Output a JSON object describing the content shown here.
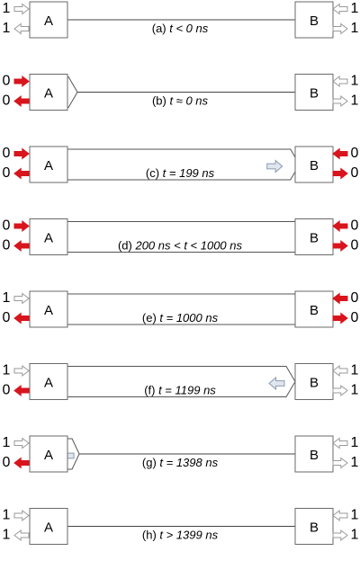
{
  "colors": {
    "active": "#d8141c",
    "inactive": "#ffffff",
    "inactive_stroke": "#9a9a9a",
    "travel": "#dfe6ef",
    "travel_stroke": "#8c9aae"
  },
  "icons": {
    "arrow": "block-arrow-icon",
    "pulse": "pulse-arrow-icon"
  },
  "panels": [
    {
      "caption_prefix": "(a) ",
      "caption_math": "t < 0 ns",
      "box_a": "A",
      "box_b": "B",
      "left": {
        "in": "1",
        "out": "1",
        "in_active": false,
        "out_active": false
      },
      "right": {
        "in": "1",
        "out": "1",
        "in_active": false,
        "out_active": false
      },
      "pulse": {
        "start": 0,
        "end": 0,
        "travel": "none"
      }
    },
    {
      "caption_prefix": "(b) ",
      "caption_math": "t ≈ 0 ns",
      "box_a": "A",
      "box_b": "B",
      "left": {
        "in": "0",
        "out": "0",
        "in_active": true,
        "out_active": true
      },
      "right": {
        "in": "1",
        "out": "1",
        "in_active": false,
        "out_active": false
      },
      "pulse": {
        "start": 0,
        "end": 0.02,
        "travel": "none"
      }
    },
    {
      "caption_prefix": "(c) ",
      "caption_math": "t = 199 ns",
      "box_a": "A",
      "box_b": "B",
      "left": {
        "in": "0",
        "out": "0",
        "in_active": true,
        "out_active": true
      },
      "right": {
        "in": "0",
        "out": "0",
        "in_active": true,
        "out_active": true
      },
      "pulse": {
        "start": 0,
        "end": 0.995,
        "travel": "right"
      }
    },
    {
      "caption_prefix": "(d) ",
      "caption_math": "200 ns < t < 1000 ns",
      "box_a": "A",
      "box_b": "B",
      "left": {
        "in": "0",
        "out": "0",
        "in_active": true,
        "out_active": true
      },
      "right": {
        "in": "0",
        "out": "0",
        "in_active": true,
        "out_active": true
      },
      "pulse": {
        "start": 0,
        "end": 1,
        "travel": "none"
      }
    },
    {
      "caption_prefix": "(e) ",
      "caption_math": "t = 1000 ns",
      "box_a": "A",
      "box_b": "B",
      "left": {
        "in": "1",
        "out": "0",
        "in_active": false,
        "out_active": true
      },
      "right": {
        "in": "0",
        "out": "0",
        "in_active": true,
        "out_active": true
      },
      "pulse": {
        "start": 0,
        "end": 1,
        "travel": "none"
      }
    },
    {
      "caption_prefix": "(f) ",
      "caption_math": "t = 1199 ns",
      "box_a": "A",
      "box_b": "B",
      "left": {
        "in": "1",
        "out": "0",
        "in_active": false,
        "out_active": true
      },
      "right": {
        "in": "1",
        "out": "1",
        "in_active": false,
        "out_active": false
      },
      "pulse": {
        "start": 0,
        "end": 1,
        "travel": "left"
      }
    },
    {
      "caption_prefix": "(g) ",
      "caption_math": "t = 1398 ns",
      "box_a": "A",
      "box_b": "B",
      "left": {
        "in": "1",
        "out": "0",
        "in_active": false,
        "out_active": true
      },
      "right": {
        "in": "1",
        "out": "1",
        "in_active": false,
        "out_active": false
      },
      "pulse": {
        "start": 0,
        "end": 0.02,
        "travel": "left"
      }
    },
    {
      "caption_prefix": "(h) ",
      "caption_math": "t > 1399 ns",
      "box_a": "A",
      "box_b": "B",
      "left": {
        "in": "1",
        "out": "1",
        "in_active": false,
        "out_active": false
      },
      "right": {
        "in": "1",
        "out": "1",
        "in_active": false,
        "out_active": false
      },
      "pulse": {
        "start": 0,
        "end": 0,
        "travel": "none"
      }
    }
  ]
}
